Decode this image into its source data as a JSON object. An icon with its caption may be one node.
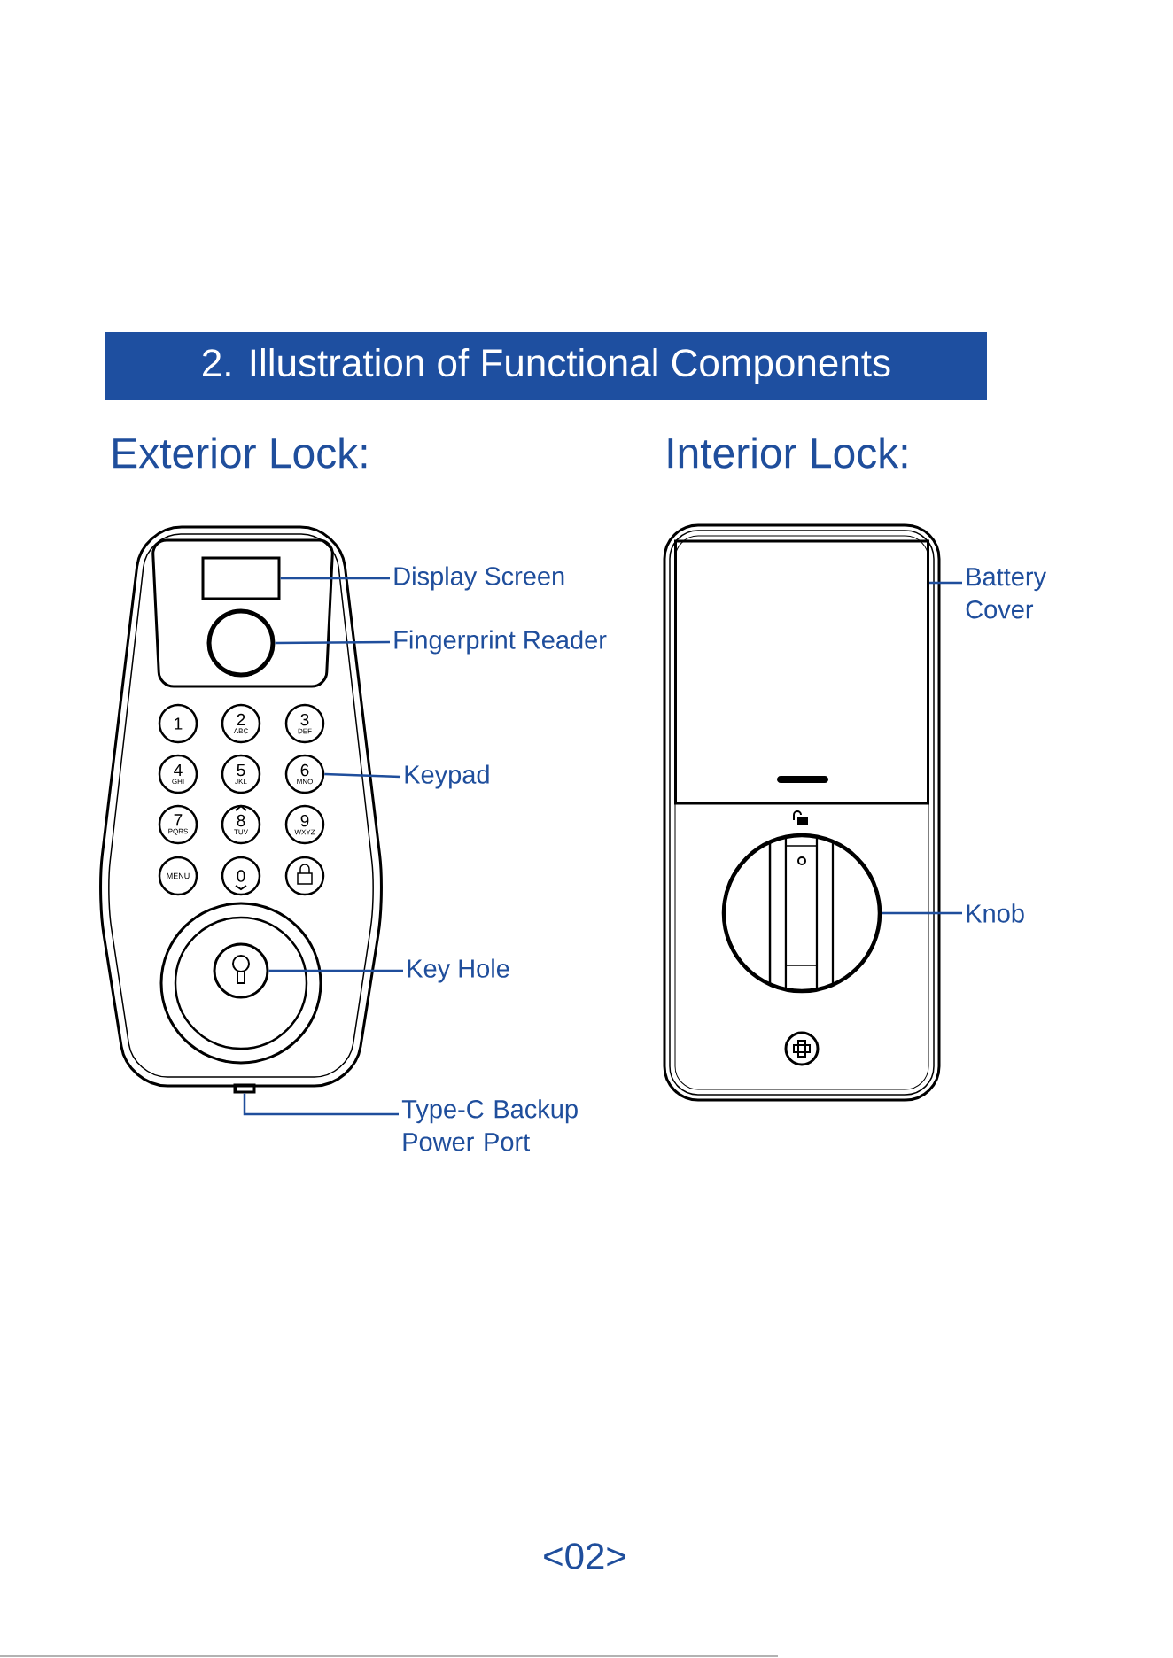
{
  "diagram": {
    "title": "2. Illustration of Functional Components",
    "nodes": [
      {
        "text": [],
        "shape": "box"
      },
      {
        "text": [],
        "shape": "circle"
      },
      {
        "text": [
          "1"
        ]
      },
      {
        "text": [
          "2",
          "ABC"
        ]
      },
      {
        "text": [
          "3",
          "DEF"
        ]
      },
      {
        "text": [
          "4",
          "GHI"
        ]
      },
      {
        "text": [
          "5",
          "JKL"
        ]
      },
      {
        "text": [
          "6",
          "MNO"
        ]
      },
      {
        "text": [
          "7",
          "PQRS"
        ]
      },
      {
        "text": [
          "8",
          "TUV"
        ]
      },
      {
        "text": [
          "9",
          "WXYZ"
        ]
      },
      {
        "text": [
          "MENU"
        ]
      },
      {
        "text": [
          "0"
        ]
      },
      {
        "text": [],
        "shape": "circle"
      },
      {
        "text": [],
        "shape": "circle"
      },
      {
        "text": [],
        "shape": "box"
      },
      {
        "text": [],
        "shape": "box"
      },
      {
        "text": [],
        "shape": "circle"
      },
      {
        "text": [
          "Display Screen"
        ]
      },
      {
        "text": [
          "Fingerprint Reader"
        ]
      },
      {
        "text": [
          "Keypad"
        ]
      },
      {
        "text": [
          "Key Hole"
        ]
      },
      {
        "text": [
          "Type-C Backup Power Port"
        ]
      },
      {
        "text": [
          "Battery Cover"
        ]
      },
      {
        "text": [
          "Knob"
        ]
      }
    ],
    "edges": [
      {
        "from": 18,
        "to": 0,
        "arrow": "none"
      },
      {
        "from": 19,
        "to": 1,
        "arrow": "none"
      },
      {
        "from": 20,
        "to": 7,
        "arrow": "none"
      },
      {
        "from": 21,
        "to": 14,
        "arrow": "none"
      },
      {
        "from": 22,
        "to": 15,
        "arrow": "none"
      },
      {
        "from": 23,
        "to": 16,
        "arrow": "none"
      },
      {
        "from": 24,
        "to": 17,
        "arrow": "none"
      }
    ],
    "labels": [
      "Exterior Lock:",
      "Interior Lock:",
      "<02>"
    ]
  }
}
